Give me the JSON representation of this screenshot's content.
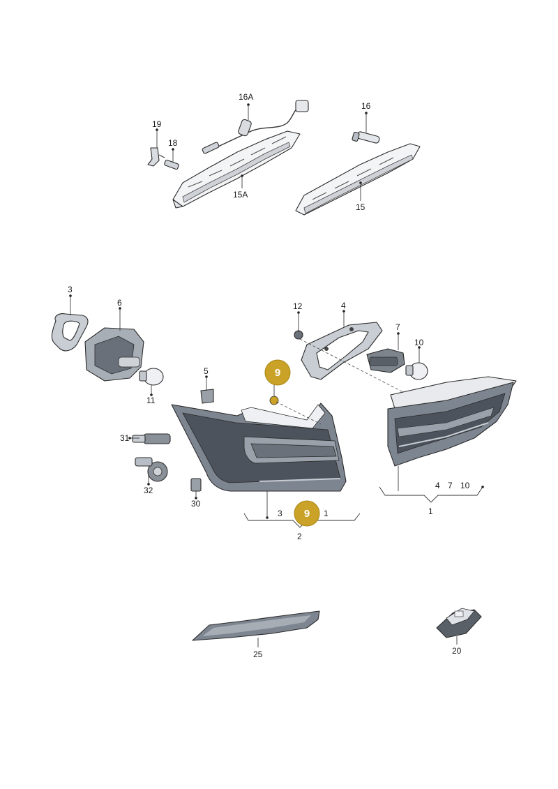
{
  "labels": {
    "p16A": "16A",
    "p16": "16",
    "p19": "19",
    "p18": "18",
    "p15A": "15A",
    "p15": "15",
    "p3": "3",
    "p6": "6",
    "p12": "12",
    "p4": "4",
    "p7": "7",
    "p10": "10",
    "p5": "5",
    "p11": "11",
    "p31": "31",
    "p32": "32",
    "p30": "30",
    "p25": "25",
    "p20": "20",
    "group2": {
      "a": "3",
      "b": "1",
      "total": "2"
    },
    "group1": {
      "a": "4",
      "b": "7",
      "c": "10",
      "total": "1"
    }
  },
  "callouts": {
    "upper": "9",
    "lower": "9"
  },
  "colors": {
    "callout": "#c9a227",
    "lamp": "#7d8590",
    "lamp_dark": "#4c535c"
  }
}
